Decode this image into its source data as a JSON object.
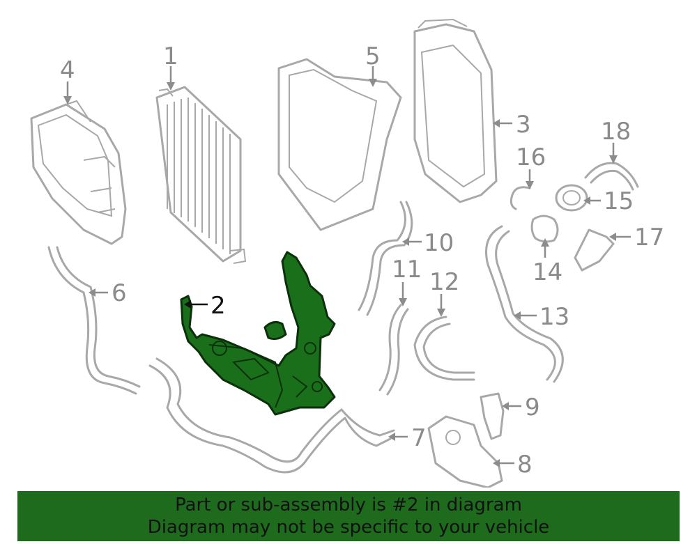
{
  "callouts": [
    "1",
    "2",
    "3",
    "4",
    "5",
    "6",
    "7",
    "8",
    "9",
    "10",
    "11",
    "12",
    "13",
    "14",
    "15",
    "16",
    "17",
    "18"
  ],
  "highlighted_part": "2",
  "colors": {
    "highlight": "#1a6f1a",
    "banner": "#1e6b1e",
    "line_art": "#a8a8a8"
  },
  "banner": {
    "line1": "Part or sub-assembly is #2 in diagram",
    "line2": "Diagram may not be specific to your vehicle"
  }
}
